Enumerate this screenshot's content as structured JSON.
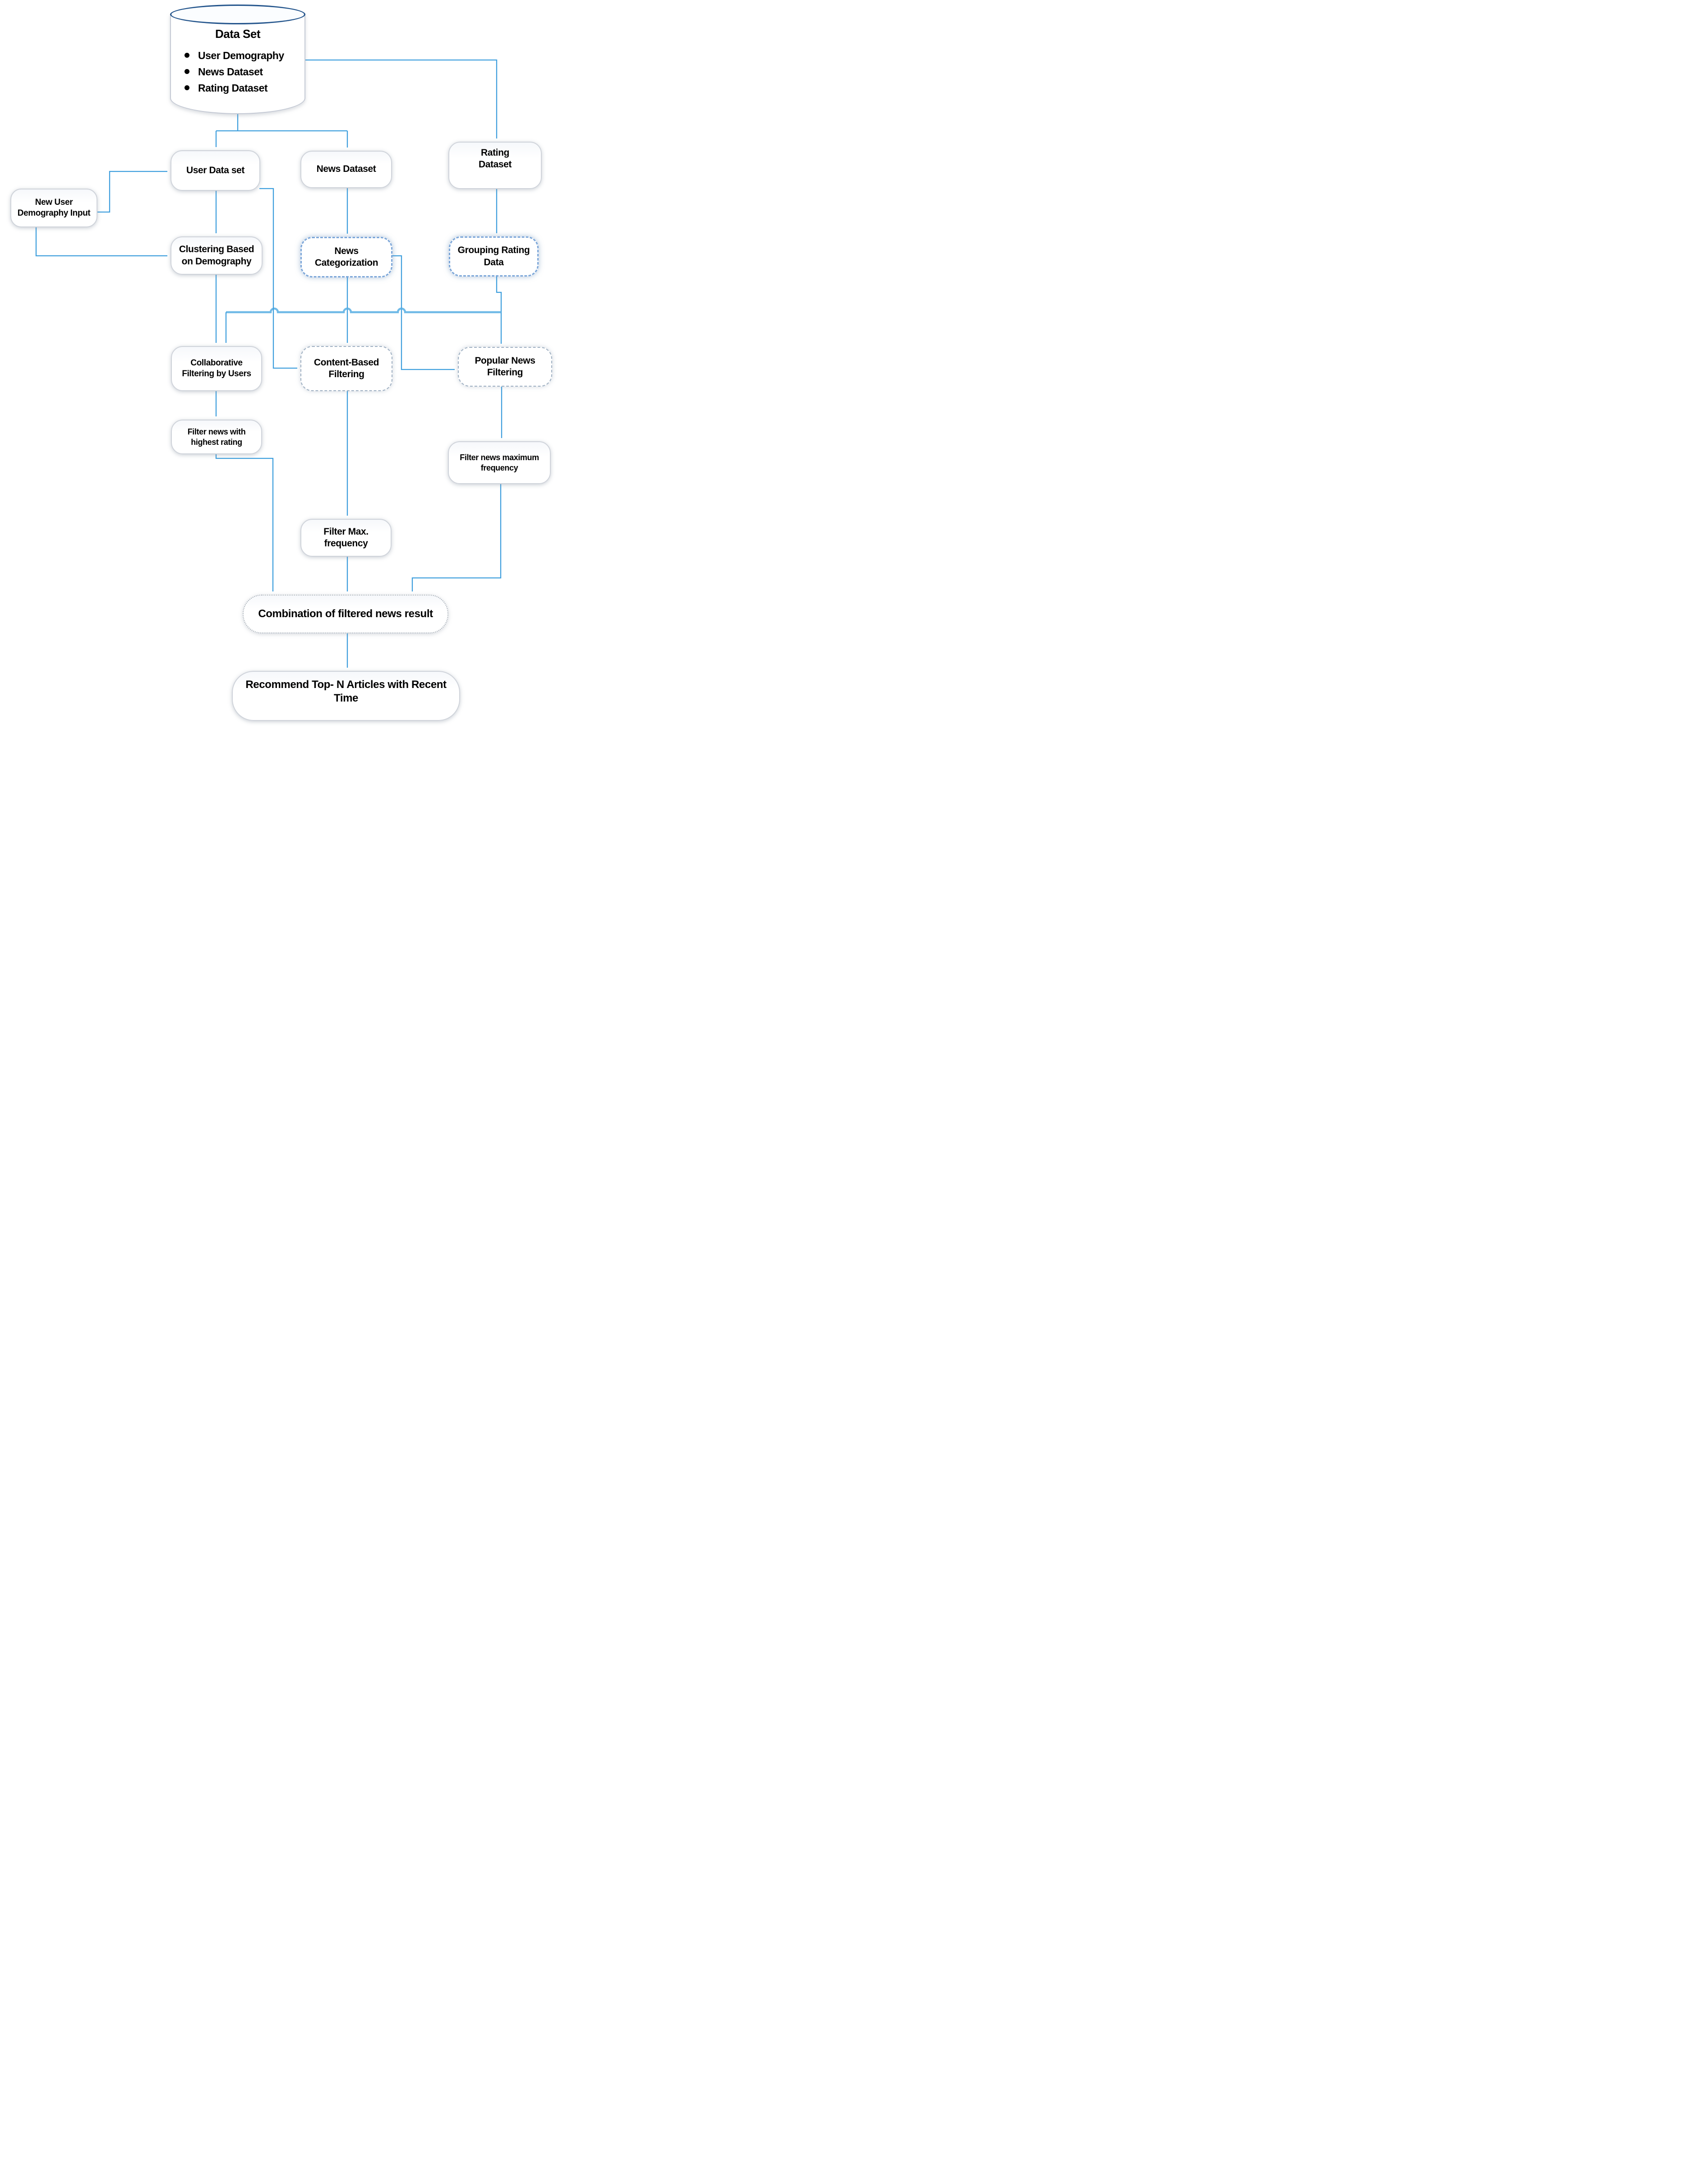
{
  "diagram": {
    "nodes": {
      "dataset": {
        "title": "Data Set",
        "items": [
          "User Demography",
          "News Dataset",
          "Rating Dataset"
        ]
      },
      "user_dataset": {
        "label": "User Data set"
      },
      "news_dataset": {
        "label": "News Dataset"
      },
      "rating_dataset": {
        "label": "Rating Dataset"
      },
      "new_user": {
        "label": "New User Demography Input"
      },
      "clustering": {
        "label": "Clustering Based on Demography"
      },
      "news_categorization": {
        "label": "News Categorization"
      },
      "grouping_rating": {
        "label": "Grouping Rating Data"
      },
      "collaborative": {
        "label": "Collaborative Filtering by Users"
      },
      "content_based": {
        "label": "Content-Based Filtering"
      },
      "popular_news": {
        "label": "Popular News Filtering"
      },
      "filter_highest": {
        "label": "Filter news with highest rating"
      },
      "filter_max_freq": {
        "label": "Filter news maximum frequency"
      },
      "filter_max": {
        "label": "Filter Max. frequency"
      },
      "combination": {
        "label": "Combination of filtered news result"
      },
      "recommend": {
        "label": "Recommend Top- N Articles with Recent Time"
      }
    },
    "colors": {
      "connector": "#3f9fdd",
      "bus": "#57aee3",
      "arrowhead": "#2e93d4",
      "cylinder_border": "#24558c",
      "dashed_border": "#7da7d9",
      "text": "#000000"
    }
  }
}
